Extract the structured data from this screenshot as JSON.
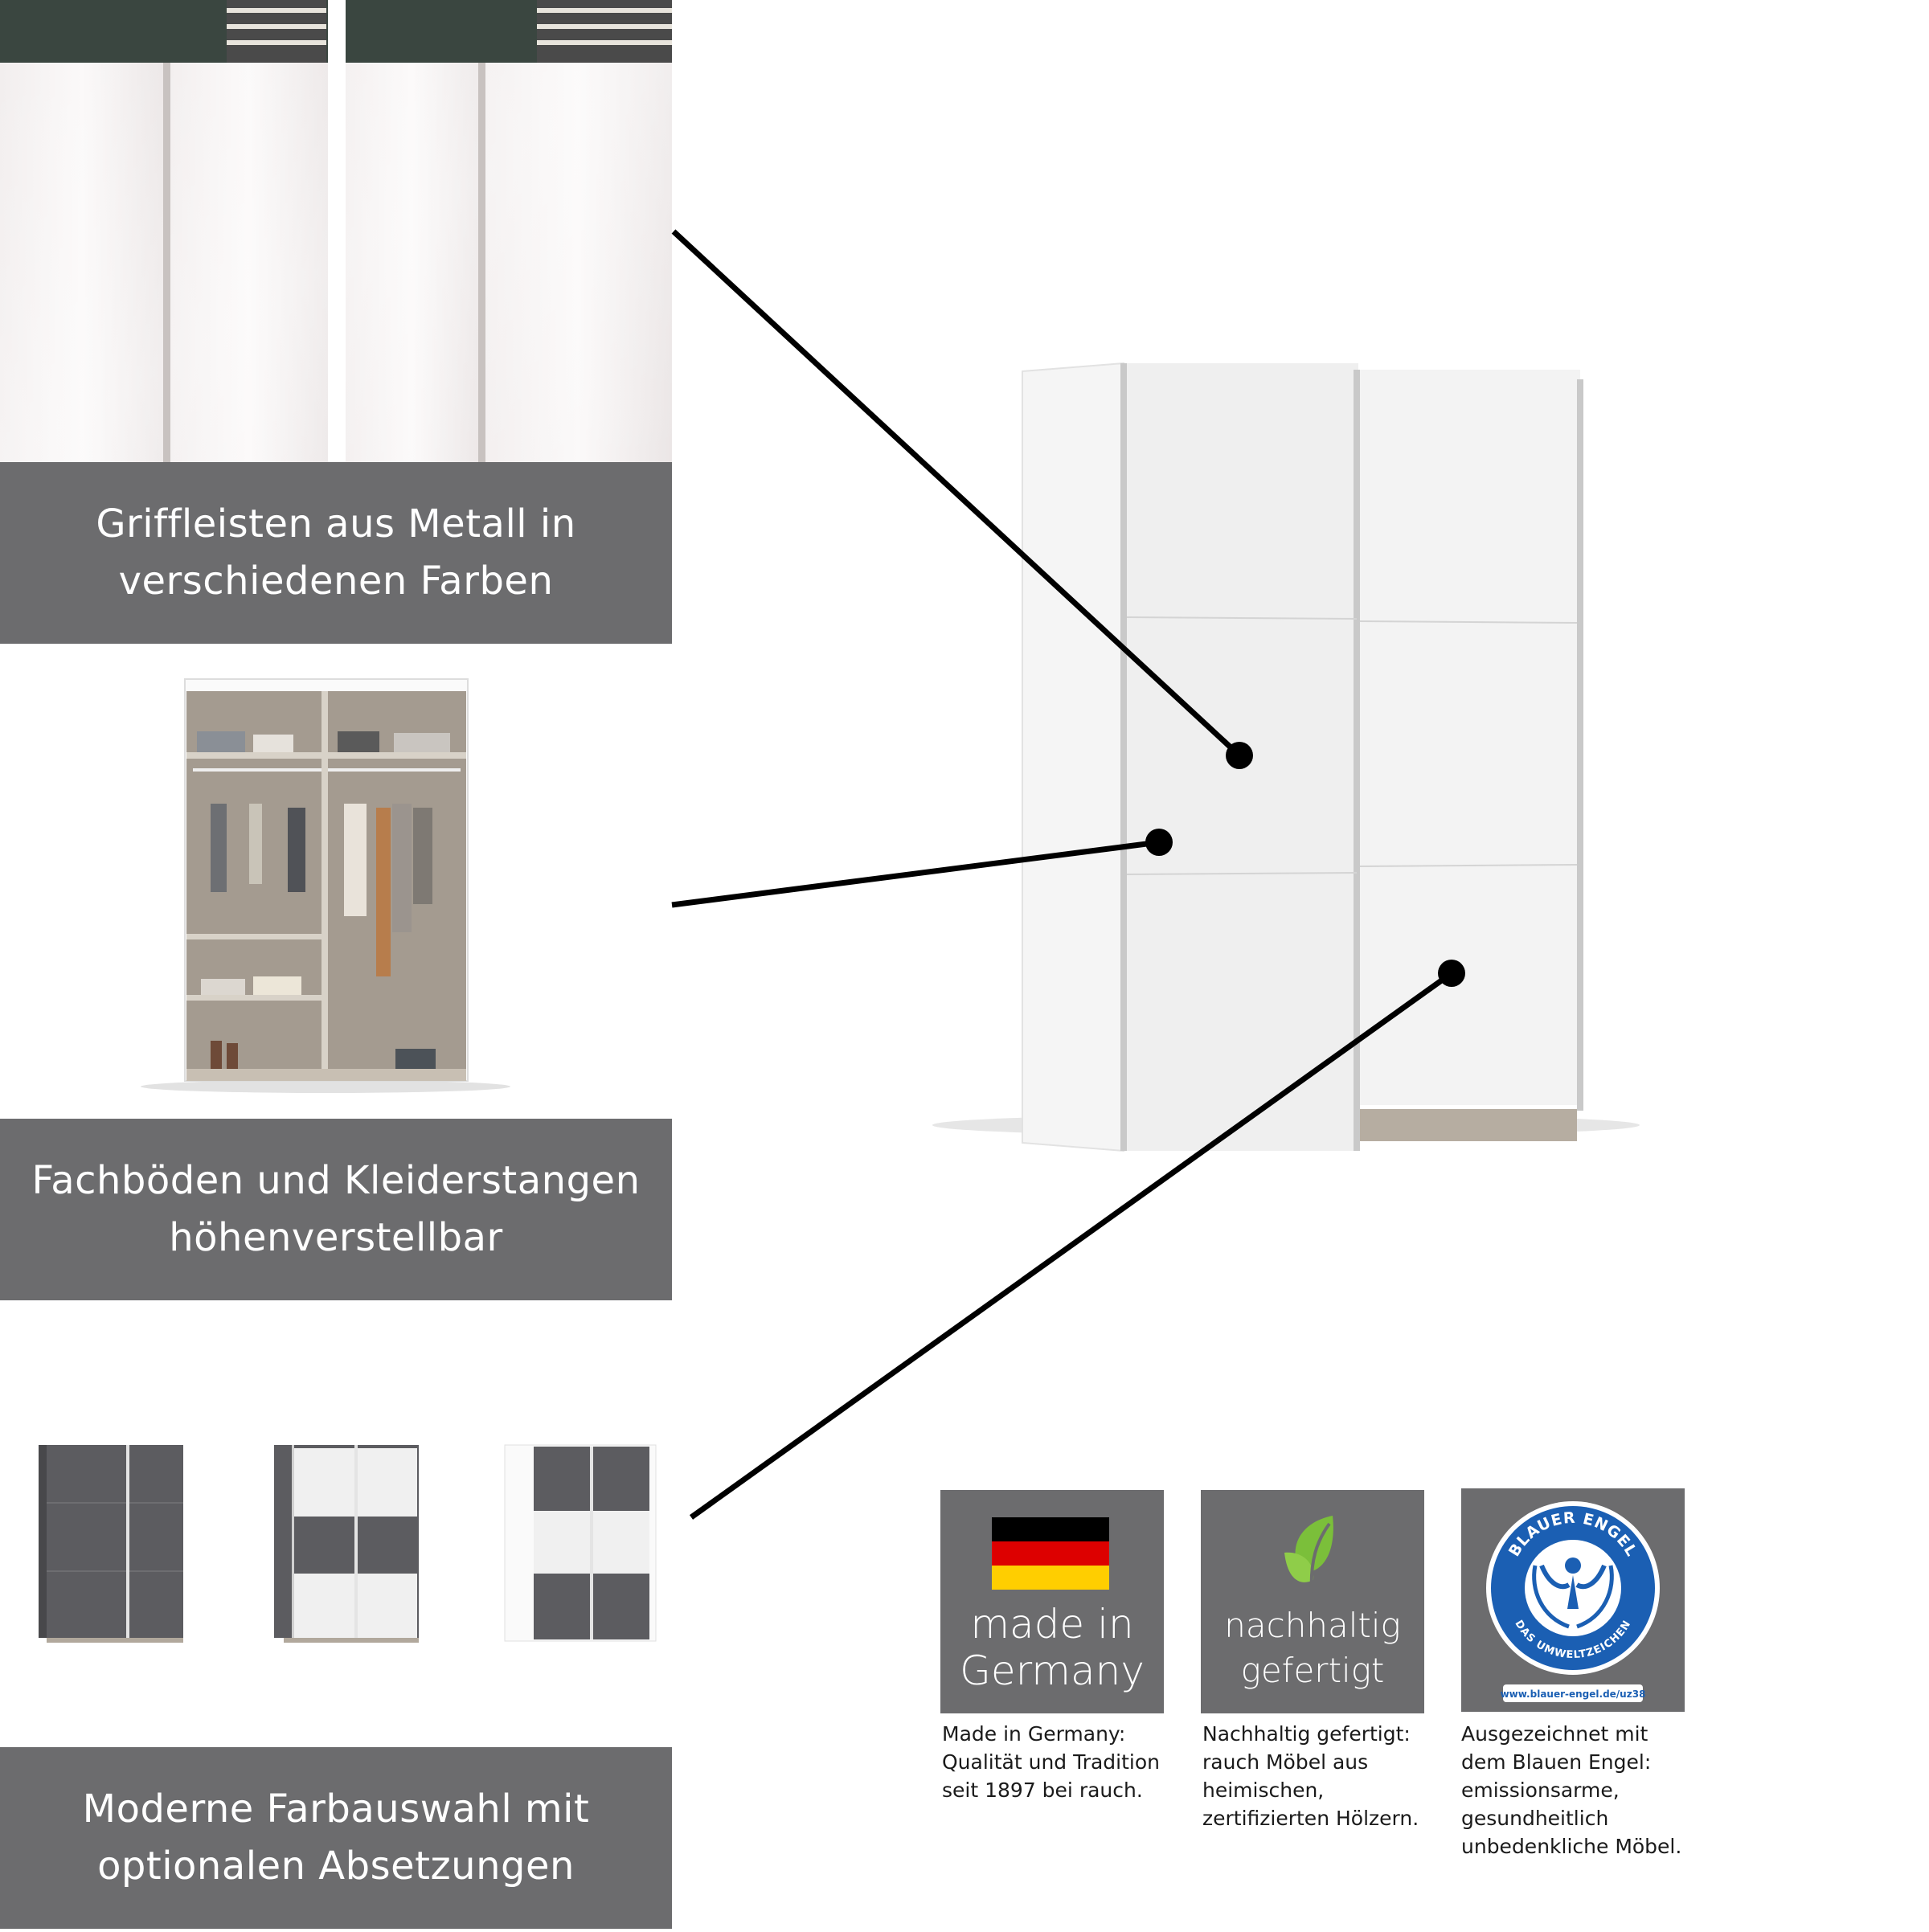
{
  "features": [
    {
      "line1": "Griffleisten aus Metall in",
      "line2": "verschiedenen Farben"
    },
    {
      "line1": "Fachböden und Kleiderstangen",
      "line2": "höhenverstellbar"
    },
    {
      "line1": "Moderne Farbauswahl mit",
      "line2": "optionalen Absetzungen"
    }
  ],
  "badges": [
    {
      "icon": "german-flag-icon",
      "label_line1": "made in",
      "label_line2": "Germany",
      "desc": [
        "Made in Germany:",
        "Qualität und Tradition",
        "seit 1897 bei rauch."
      ]
    },
    {
      "icon": "leaf-icon",
      "label_line1": "nachhaltig",
      "label_line2": "gefertigt",
      "desc": [
        "Nachhaltig gefertigt:",
        "rauch Möbel aus",
        "heimischen,",
        "zertifizierten Hölzern."
      ]
    },
    {
      "icon": "blauer-engel-icon",
      "seal_top": "BLAUER ENGEL",
      "seal_bottom": "DAS UMWELTZEICHEN",
      "seal_url": "www.blauer-engel.de/uz38",
      "desc": [
        "Ausgezeichnet mit",
        "dem Blauen Engel:",
        "emissionsarme,",
        "gesundheitlich",
        "unbedenkliche Möbel."
      ]
    }
  ],
  "colors": {
    "panel_gray": "#6c6c6e",
    "wardrobe_white": "#f0f0f0",
    "wardrobe_graphite": "#5c5c60",
    "flag_black": "#000000",
    "flag_red": "#dd0000",
    "flag_gold": "#ffce00",
    "leaf_green": "#7bbf3a",
    "blauer_engel_blue": "#1b5fb3"
  }
}
